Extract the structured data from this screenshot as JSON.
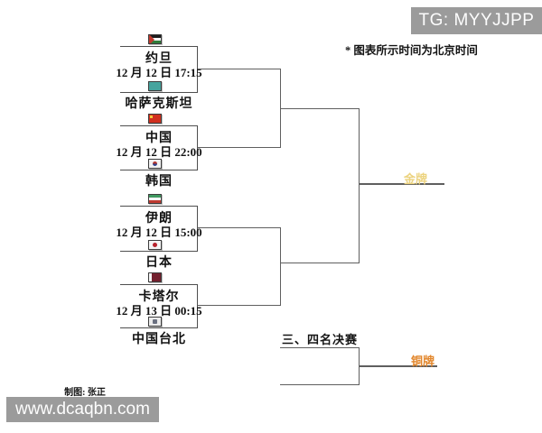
{
  "watermarks": {
    "telegram": "TG: MYYJJPP",
    "website": "www.dcaqbn.com"
  },
  "note": "* 图表所示时间为北京时间",
  "credit": "制图: 张正",
  "bracket": {
    "matches": [
      {
        "team1": {
          "name": "约旦",
          "flag": "jordan"
        },
        "time": "12 月 12 日 17:15",
        "team2": {
          "name": "哈萨克斯坦",
          "flag": "kazakhstan"
        }
      },
      {
        "team1": {
          "name": "中国",
          "flag": "china"
        },
        "time": "12 月 12 日 22:00",
        "team2": {
          "name": "韩国",
          "flag": "south-korea"
        }
      },
      {
        "team1": {
          "name": "伊朗",
          "flag": "iran"
        },
        "time": "12 月 12 日 15:00",
        "team2": {
          "name": "日本",
          "flag": "japan"
        }
      },
      {
        "team1": {
          "name": "卡塔尔",
          "flag": "qatar"
        },
        "time": "12 月 13 日 00:15",
        "team2": {
          "name": "中国台北",
          "flag": "chinese-taipei"
        }
      }
    ],
    "gold_label": "金牌",
    "bronze_label": "铜牌",
    "third_place_title": "三、四名决赛"
  },
  "colors": {
    "gold_label": "#ecd37f",
    "bronze_label": "#e2862b",
    "line": "#5f5f5f",
    "watermark_bg": "#9b9b9b"
  }
}
